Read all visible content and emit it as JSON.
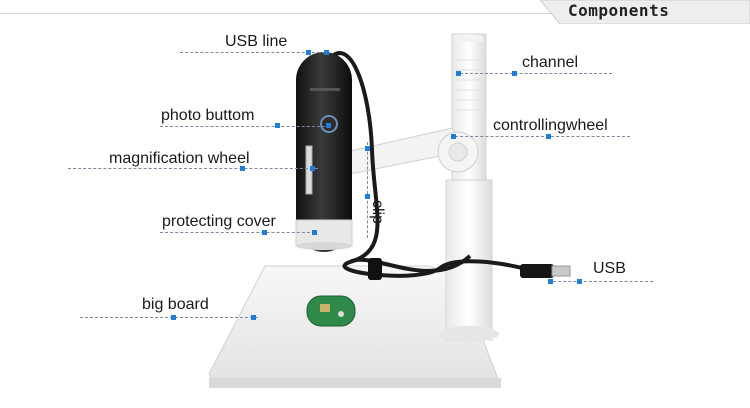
{
  "header": {
    "title": "Components"
  },
  "labels": {
    "usb_line": "USB line",
    "photo_button": "photo buttom",
    "magnification_wheel": "magnification wheel",
    "protecting_cover": "protecting cover",
    "big_board": "big board",
    "channel": "channel",
    "controlling_wheel": "controllingwheel",
    "clip": "clip",
    "usb": "USB"
  },
  "colors": {
    "marker": "#1e7fd8",
    "leader": "#7a8aa0",
    "banner_bg": "#eeeeee"
  }
}
